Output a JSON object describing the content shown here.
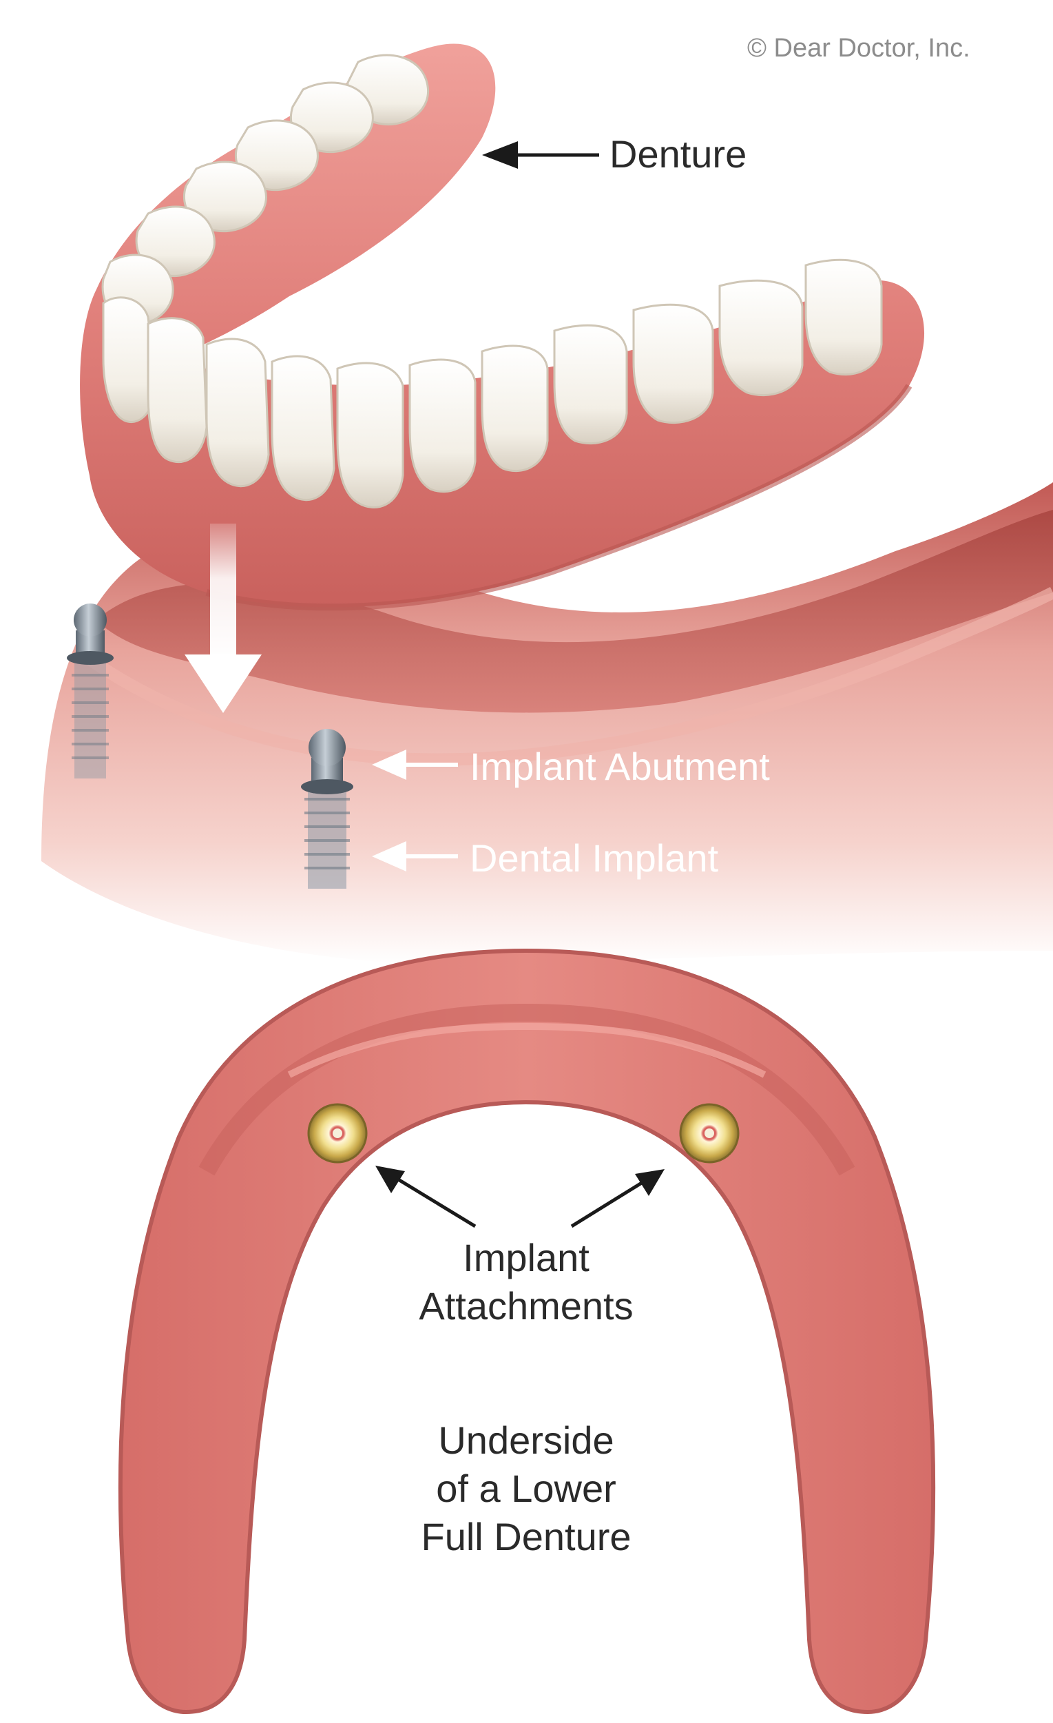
{
  "copyright": "© Dear Doctor, Inc.",
  "labels": {
    "denture": "Denture",
    "implant_abutment": "Implant Abutment",
    "dental_implant": "Dental Implant",
    "implant_attachments_line1": "Implant",
    "implant_attachments_line2": "Attachments",
    "underside_line1": "Underside",
    "underside_line2": "of a Lower",
    "underside_line3": "Full Denture"
  },
  "colors": {
    "gum": "#e07f7a",
    "gum_dark": "#b85a57",
    "gum_light": "#f2a7a0",
    "tooth": "#f7f4ee",
    "tooth_shade": "#d9d3c8",
    "metal": "#8a97a4",
    "attachment_ring": "#e8d27a"
  }
}
